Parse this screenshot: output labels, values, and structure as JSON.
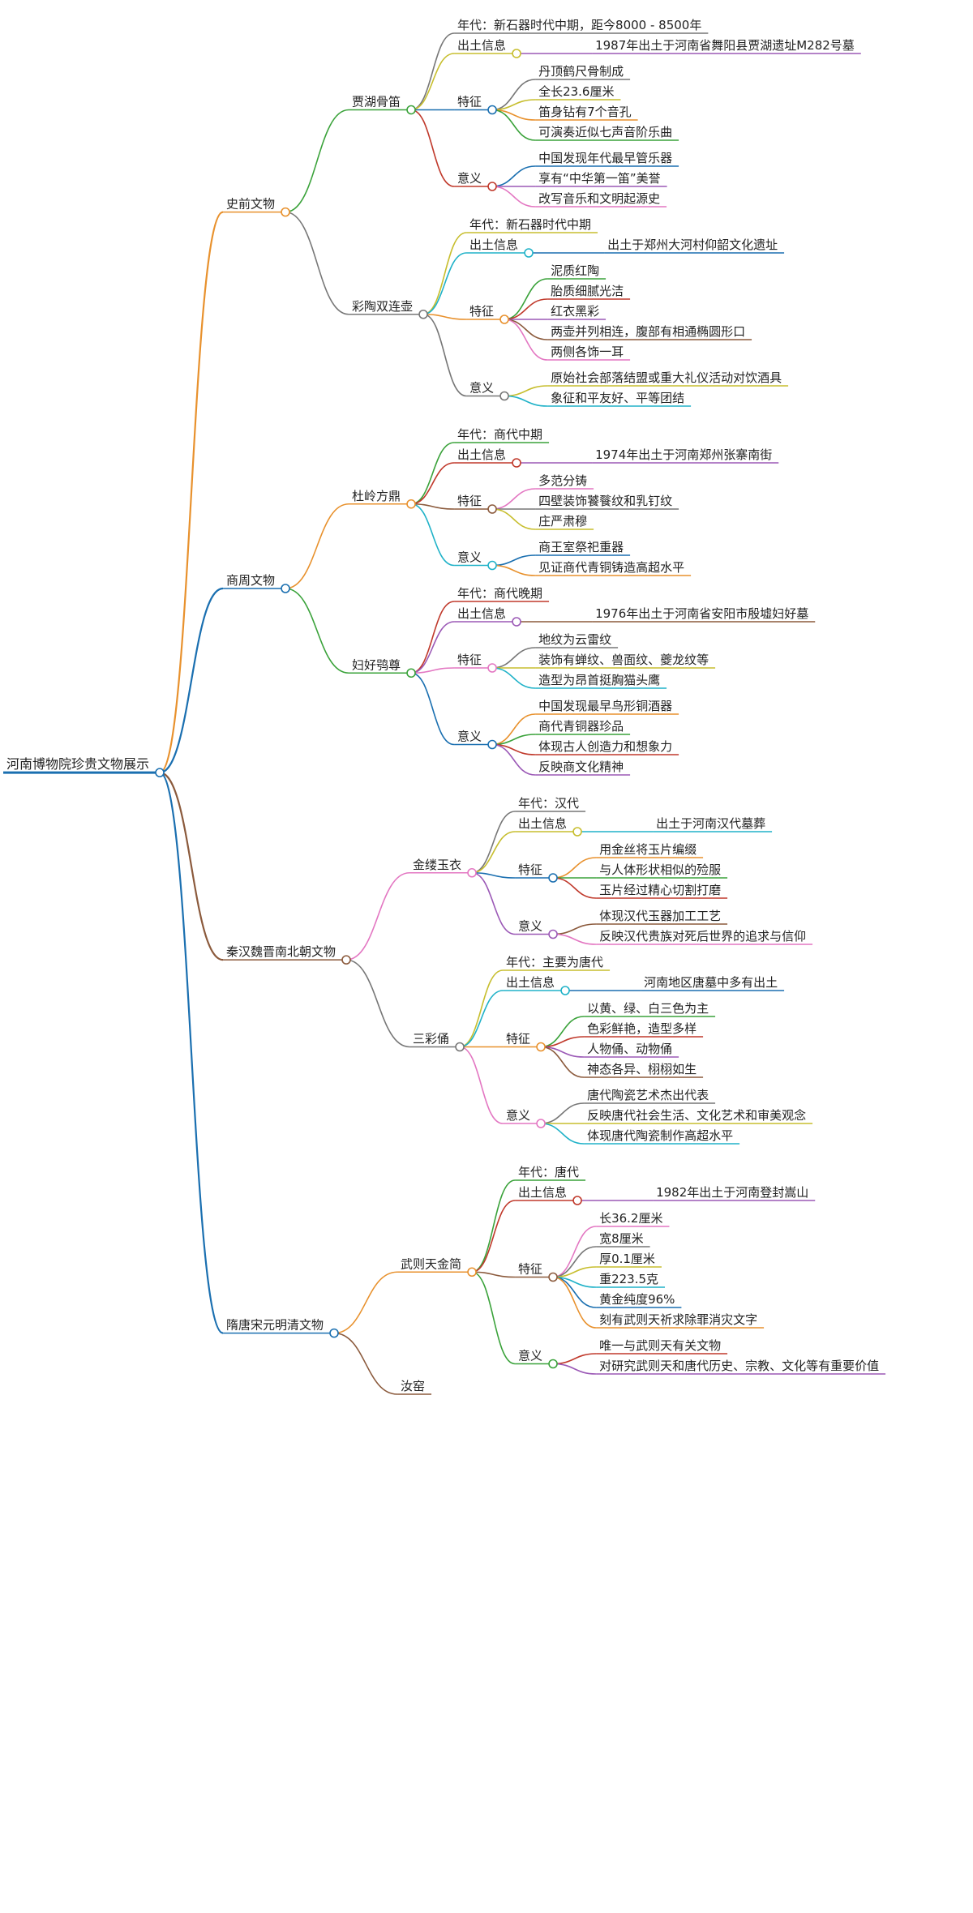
{
  "title": "河南博物院珍贵文物展示",
  "branches": [
    {
      "label": "史前文物",
      "color": "#e8912d",
      "children": [
        {
          "label": "贾湖骨笛",
          "color": "#3aa23a",
          "children": [
            {
              "label": "年代：新石器时代中期，距今8000 - 8500年",
              "color": "#777777"
            },
            {
              "label": "出土信息",
              "color": "#c7be2e",
              "children": [
                {
                  "label": "1987年出土于河南省舞阳县贾湖遗址M282号墓",
                  "color": "#9b59b6"
                }
              ]
            },
            {
              "label": "特征",
              "color": "#1a6fb0",
              "children": [
                {
                  "label": "丹顶鹤尺骨制成",
                  "color": "#777777"
                },
                {
                  "label": "全长23.6厘米",
                  "color": "#c7be2e"
                },
                {
                  "label": "笛身钻有7个音孔",
                  "color": "#e8912d"
                },
                {
                  "label": "可演奏近似七声音阶乐曲",
                  "color": "#3aa23a"
                }
              ]
            },
            {
              "label": "意义",
              "color": "#c0392b",
              "children": [
                {
                  "label": "中国发现年代最早管乐器",
                  "color": "#1a6fb0"
                },
                {
                  "label": "享有“中华第一笛”美誉",
                  "color": "#9b59b6"
                },
                {
                  "label": "改写音乐和文明起源史",
                  "color": "#e377c2"
                }
              ]
            }
          ]
        },
        {
          "label": "彩陶双连壶",
          "color": "#777777",
          "children": [
            {
              "label": "年代：新石器时代中期",
              "color": "#c7be2e"
            },
            {
              "label": "出土信息",
              "color": "#20b2c8",
              "children": [
                {
                  "label": "出土于郑州大河村仰韶文化遗址",
                  "color": "#1a6fb0"
                }
              ]
            },
            {
              "label": "特征",
              "color": "#e8912d",
              "children": [
                {
                  "label": "泥质红陶",
                  "color": "#3aa23a"
                },
                {
                  "label": "胎质细腻光洁",
                  "color": "#c0392b"
                },
                {
                  "label": "红衣黑彩",
                  "color": "#9b59b6"
                },
                {
                  "label": "两壶并列相连，腹部有相通椭圆形口",
                  "color": "#8b5a3c"
                },
                {
                  "label": "两侧各饰一耳",
                  "color": "#e377c2"
                }
              ]
            },
            {
              "label": "意义",
              "color": "#777777",
              "children": [
                {
                  "label": "原始社会部落结盟或重大礼仪活动对饮酒具",
                  "color": "#c7be2e"
                },
                {
                  "label": "象征和平友好、平等团结",
                  "color": "#20b2c8"
                }
              ]
            }
          ]
        }
      ]
    },
    {
      "label": "商周文物",
      "color": "#1a6fb0",
      "children": [
        {
          "label": "杜岭方鼎",
          "color": "#e8912d",
          "children": [
            {
              "label": "年代：商代中期",
              "color": "#3aa23a"
            },
            {
              "label": "出土信息",
              "color": "#c0392b",
              "children": [
                {
                  "label": "1974年出土于河南郑州张寨南街",
                  "color": "#9b59b6"
                }
              ]
            },
            {
              "label": "特征",
              "color": "#8b5a3c",
              "children": [
                {
                  "label": "多范分铸",
                  "color": "#e377c2"
                },
                {
                  "label": "四壁装饰饕餮纹和乳钉纹",
                  "color": "#777777"
                },
                {
                  "label": "庄严肃穆",
                  "color": "#c7be2e"
                }
              ]
            },
            {
              "label": "意义",
              "color": "#20b2c8",
              "children": [
                {
                  "label": "商王室祭祀重器",
                  "color": "#1a6fb0"
                },
                {
                  "label": "见证商代青铜铸造高超水平",
                  "color": "#e8912d"
                }
              ]
            }
          ]
        },
        {
          "label": "妇好鸮尊",
          "color": "#3aa23a",
          "children": [
            {
              "label": "年代：商代晚期",
              "color": "#c0392b"
            },
            {
              "label": "出土信息",
              "color": "#9b59b6",
              "children": [
                {
                  "label": "1976年出土于河南省安阳市殷墟妇好墓",
                  "color": "#8b5a3c"
                }
              ]
            },
            {
              "label": "特征",
              "color": "#e377c2",
              "children": [
                {
                  "label": "地纹为云雷纹",
                  "color": "#777777"
                },
                {
                  "label": "装饰有蝉纹、兽面纹、夔龙纹等",
                  "color": "#c7be2e"
                },
                {
                  "label": "造型为昂首挺胸猫头鹰",
                  "color": "#20b2c8"
                }
              ]
            },
            {
              "label": "意义",
              "color": "#1a6fb0",
              "children": [
                {
                  "label": "中国发现最早鸟形铜酒器",
                  "color": "#e8912d"
                },
                {
                  "label": "商代青铜器珍品",
                  "color": "#3aa23a"
                },
                {
                  "label": "体现古人创造力和想象力",
                  "color": "#c0392b"
                },
                {
                  "label": "反映商文化精神",
                  "color": "#9b59b6"
                }
              ]
            }
          ]
        }
      ]
    },
    {
      "label": "秦汉魏晋南北朝文物",
      "color": "#8b5a3c",
      "children": [
        {
          "label": "金缕玉衣",
          "color": "#e377c2",
          "children": [
            {
              "label": "年代：汉代",
              "color": "#777777"
            },
            {
              "label": "出土信息",
              "color": "#c7be2e",
              "children": [
                {
                  "label": "出土于河南汉代墓葬",
                  "color": "#20b2c8"
                }
              ]
            },
            {
              "label": "特征",
              "color": "#1a6fb0",
              "children": [
                {
                  "label": "用金丝将玉片编缀",
                  "color": "#e8912d"
                },
                {
                  "label": "与人体形状相似的殓服",
                  "color": "#3aa23a"
                },
                {
                  "label": "玉片经过精心切割打磨",
                  "color": "#c0392b"
                }
              ]
            },
            {
              "label": "意义",
              "color": "#9b59b6",
              "children": [
                {
                  "label": "体现汉代玉器加工工艺",
                  "color": "#8b5a3c"
                },
                {
                  "label": "反映汉代贵族对死后世界的追求与信仰",
                  "color": "#e377c2"
                }
              ]
            }
          ]
        },
        {
          "label": "三彩俑",
          "color": "#777777",
          "children": [
            {
              "label": "年代：主要为唐代",
              "color": "#c7be2e"
            },
            {
              "label": "出土信息",
              "color": "#20b2c8",
              "children": [
                {
                  "label": "河南地区唐墓中多有出土",
                  "color": "#1a6fb0"
                }
              ]
            },
            {
              "label": "特征",
              "color": "#e8912d",
              "children": [
                {
                  "label": "以黄、绿、白三色为主",
                  "color": "#3aa23a"
                },
                {
                  "label": "色彩鲜艳，造型多样",
                  "color": "#c0392b"
                },
                {
                  "label": "人物俑、动物俑",
                  "color": "#9b59b6"
                },
                {
                  "label": "神态各异、栩栩如生",
                  "color": "#8b5a3c"
                }
              ]
            },
            {
              "label": "意义",
              "color": "#e377c2",
              "children": [
                {
                  "label": "唐代陶瓷艺术杰出代表",
                  "color": "#777777"
                },
                {
                  "label": "反映唐代社会生活、文化艺术和审美观念",
                  "color": "#c7be2e"
                },
                {
                  "label": "体现唐代陶瓷制作高超水平",
                  "color": "#20b2c8"
                }
              ]
            }
          ]
        }
      ]
    },
    {
      "label": "隋唐宋元明清文物",
      "color": "#1a6fb0",
      "children": [
        {
          "label": "武则天金简",
          "color": "#e8912d",
          "children": [
            {
              "label": "年代：唐代",
              "color": "#3aa23a"
            },
            {
              "label": "出土信息",
              "color": "#c0392b",
              "children": [
                {
                  "label": "1982年出土于河南登封嵩山",
                  "color": "#9b59b6"
                }
              ]
            },
            {
              "label": "特征",
              "color": "#8b5a3c",
              "children": [
                {
                  "label": "长36.2厘米",
                  "color": "#e377c2"
                },
                {
                  "label": "宽8厘米",
                  "color": "#777777"
                },
                {
                  "label": "厚0.1厘米",
                  "color": "#c7be2e"
                },
                {
                  "label": "重223.5克",
                  "color": "#20b2c8"
                },
                {
                  "label": "黄金纯度96%",
                  "color": "#1a6fb0"
                },
                {
                  "label": "刻有武则天祈求除罪消灾文字",
                  "color": "#e8912d"
                }
              ]
            },
            {
              "label": "意义",
              "color": "#3aa23a",
              "children": [
                {
                  "label": "唯一与武则天有关文物",
                  "color": "#c0392b"
                },
                {
                  "label": "对研究武则天和唐代历史、宗教、文化等有重要价值",
                  "color": "#9b59b6"
                }
              ]
            }
          ]
        },
        {
          "label": "汝窑",
          "color": "#8b5a3c"
        }
      ]
    }
  ]
}
